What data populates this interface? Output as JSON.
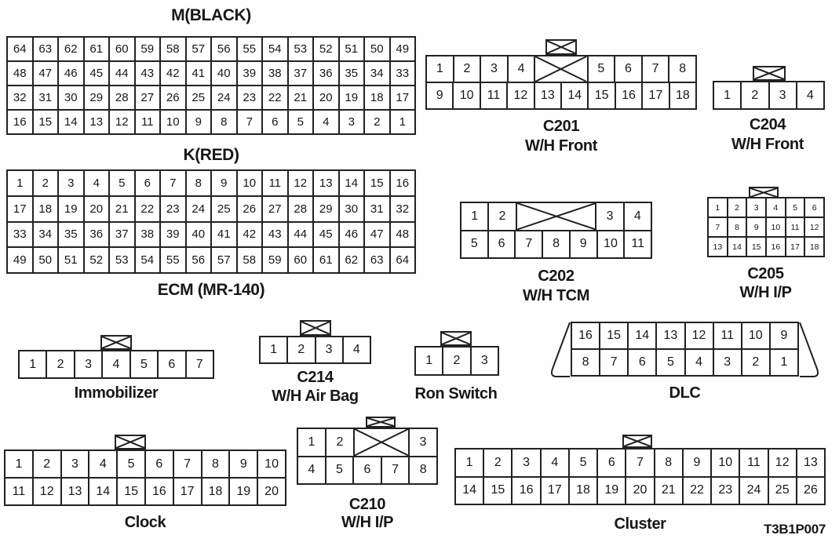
{
  "page": {
    "part_number": "T3B1P007"
  },
  "connectors": {
    "ecm_m": {
      "label": "M(BLACK)",
      "rows": [
        [
          64,
          63,
          62,
          61,
          60,
          59,
          58,
          57,
          56,
          55,
          54,
          53,
          52,
          51,
          50,
          49
        ],
        [
          48,
          47,
          46,
          45,
          44,
          43,
          42,
          41,
          40,
          39,
          38,
          37,
          36,
          35,
          34,
          33
        ],
        [
          32,
          31,
          30,
          29,
          28,
          27,
          26,
          25,
          24,
          23,
          22,
          21,
          20,
          19,
          18,
          17
        ],
        [
          16,
          15,
          14,
          13,
          12,
          11,
          10,
          9,
          8,
          7,
          6,
          5,
          4,
          3,
          2,
          1
        ]
      ]
    },
    "ecm_k": {
      "label": "K(RED)",
      "rows": [
        [
          1,
          2,
          3,
          4,
          5,
          6,
          7,
          8,
          9,
          10,
          11,
          12,
          13,
          14,
          15,
          16
        ],
        [
          17,
          18,
          19,
          20,
          21,
          22,
          23,
          24,
          25,
          26,
          27,
          28,
          29,
          30,
          31,
          32
        ],
        [
          33,
          34,
          35,
          36,
          37,
          38,
          39,
          40,
          41,
          42,
          43,
          44,
          45,
          46,
          47,
          48
        ],
        [
          49,
          50,
          51,
          52,
          53,
          54,
          55,
          56,
          57,
          58,
          59,
          60,
          61,
          62,
          63,
          64
        ]
      ]
    },
    "ecm_caption": "ECM (MR-140)",
    "c201": {
      "label": "C201",
      "sublabel": "W/H Front",
      "rows": [
        [
          1,
          2,
          3,
          4,
          {
            "x": 2
          },
          5,
          6,
          7,
          8
        ],
        [
          9,
          10,
          11,
          12,
          13,
          14,
          15,
          16,
          17,
          18
        ]
      ]
    },
    "c204": {
      "label": "C204",
      "sublabel": "W/H Front",
      "rows": [
        [
          1,
          2,
          3,
          4
        ]
      ]
    },
    "c202": {
      "label": "C202",
      "sublabel": "W/H TCM",
      "rows": [
        [
          1,
          2,
          {
            "x": 3
          },
          3,
          4
        ],
        [
          5,
          6,
          7,
          8,
          9,
          10,
          11
        ]
      ]
    },
    "c205": {
      "label": "C205",
      "sublabel": "W/H I/P",
      "rows": [
        [
          1,
          2,
          3,
          4,
          5,
          6
        ],
        [
          7,
          8,
          9,
          10,
          11,
          12
        ],
        [
          13,
          14,
          15,
          16,
          17,
          18
        ]
      ]
    },
    "immobilizer": {
      "label": "Immobilizer",
      "rows": [
        [
          1,
          2,
          3,
          4,
          5,
          6,
          7
        ]
      ]
    },
    "c214": {
      "label": "C214",
      "sublabel": "W/H Air Bag",
      "rows": [
        [
          1,
          2,
          3,
          4
        ]
      ]
    },
    "ron_switch": {
      "label": "Ron Switch",
      "rows": [
        [
          1,
          2,
          3
        ]
      ]
    },
    "dlc": {
      "label": "DLC",
      "rows": [
        [
          16,
          15,
          14,
          13,
          12,
          11,
          10,
          9
        ],
        [
          8,
          7,
          6,
          5,
          4,
          3,
          2,
          1
        ]
      ]
    },
    "clock": {
      "label": "Clock",
      "rows": [
        [
          1,
          2,
          3,
          4,
          5,
          6,
          7,
          8,
          9,
          10
        ],
        [
          11,
          12,
          13,
          14,
          15,
          16,
          17,
          18,
          19,
          20
        ]
      ]
    },
    "c210": {
      "label": "C210",
      "sublabel": "W/H I/P",
      "rows": [
        [
          1,
          2,
          {
            "x": 2
          },
          3
        ],
        [
          4,
          5,
          6,
          7,
          8
        ]
      ]
    },
    "cluster": {
      "label": "Cluster",
      "rows": [
        [
          1,
          2,
          3,
          4,
          5,
          6,
          7,
          8,
          9,
          10,
          11,
          12,
          13
        ],
        [
          14,
          15,
          16,
          17,
          18,
          19,
          20,
          21,
          22,
          23,
          24,
          25,
          26
        ]
      ]
    }
  }
}
